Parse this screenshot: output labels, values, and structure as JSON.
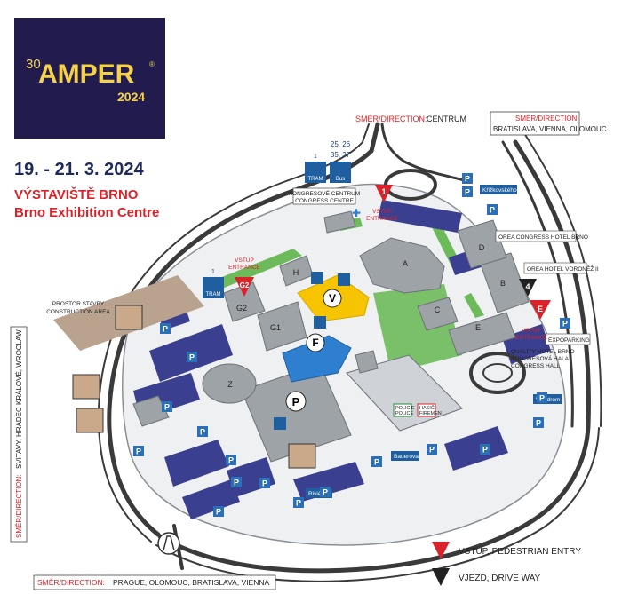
{
  "logo": {
    "edition": "30",
    "brand": "AMPER",
    "registered": "®",
    "year": "2024"
  },
  "event": {
    "dates": "19. - 21. 3. 2024",
    "venue_cz": "VÝSTAVIŠTĚ BRNO",
    "venue_en": "Brno Exhibition Centre"
  },
  "directions": {
    "centrum": {
      "label": "SMĚR/DIRECTION:",
      "value": "CENTRUM"
    },
    "east": {
      "label": "SMĚR/DIRECTION:",
      "value": "BRATISLAVA, VIENNA, OLOMOUC"
    },
    "west": {
      "label": "SMĚR/DIRECTION:",
      "value": "SVITAVY, HRADEC KRÁLOVÉ, WROCLAW"
    },
    "south": {
      "label": "SMĚR/DIRECTION:",
      "value": "PRAGUE, OLOMOUC, BRATISLAVA, VIENNA"
    }
  },
  "transport": {
    "tram_top": {
      "number": "1",
      "label": "TRAM"
    },
    "bus_top": {
      "numbers_1": "25, 26",
      "numbers_2": "35, 37",
      "label": "Bus"
    },
    "tram_left": {
      "number": "1",
      "label": "TRAM"
    }
  },
  "labels": {
    "congress_cz": "KONGRESOVÉ CENTRUM",
    "congress_en": "CONGRESS CENTRE",
    "construction_cz": "PROSTOR STAVBY",
    "construction_en": "CONSTRUCTION AREA",
    "orea_congress": "OREA CONGRESS HOTEL BRNO",
    "orea_voronez": "OREA HOTEL VORONĚŽ II",
    "expoparking": "EXPOPARKING",
    "quality_1": "QUALITY HOTEL BRNO",
    "quality_2": "KONGRESOVÁ HALA",
    "quality_3": "CONGRESS HALL",
    "krizkovskeho": "Křižkovského",
    "velodrom": "Velodrom",
    "bauerova": "Bauerova",
    "riviera": "Rivièra",
    "police_1": "POLICIE",
    "police_2": "POLICE",
    "fire_1": "HASIČI",
    "fire_2": "FIREMEN"
  },
  "entrances": {
    "e1": {
      "id": "1",
      "label_1": "VSTUP",
      "label_2": "ENTRANCE"
    },
    "g2": {
      "id": "G2",
      "label_1": "VSTUP",
      "label_2": "ENTRANCE"
    },
    "e": {
      "id": "E",
      "label_1": "VSTUP",
      "label_2": "ENTRANCE"
    },
    "d4": {
      "id": "4"
    }
  },
  "pavilions": {
    "A": "A",
    "B": "B",
    "C": "C",
    "D": "D",
    "E": "E",
    "F": "F",
    "G1": "G1",
    "G2": "G2",
    "H": "H",
    "P": "P",
    "V": "V",
    "Z": "Z"
  },
  "parking_label": "P",
  "legend": {
    "pedestrian": "VSTUP, PEDESTRIAN ENTRY",
    "drive": "VJEZD, DRIVE WAY"
  },
  "colors": {
    "logo_bg": "#211b4e",
    "logo_text": "#f5d24a",
    "title_navy": "#1f2a5c",
    "title_red": "#d8232a",
    "hall_v_yellow": "#f6c400",
    "hall_f_blue": "#2f7fd0",
    "parking_blue": "#2a6fb8",
    "green_areas": "#6cba5a",
    "parking_lots": "#3b3f8f",
    "construction": "#b9a38f"
  },
  "icons": [
    "tram-icon",
    "bus-icon",
    "parking-icon",
    "restaurant-icon",
    "construction-icon",
    "first-aid-icon",
    "police-icon",
    "fire-icon",
    "highway-icon"
  ]
}
